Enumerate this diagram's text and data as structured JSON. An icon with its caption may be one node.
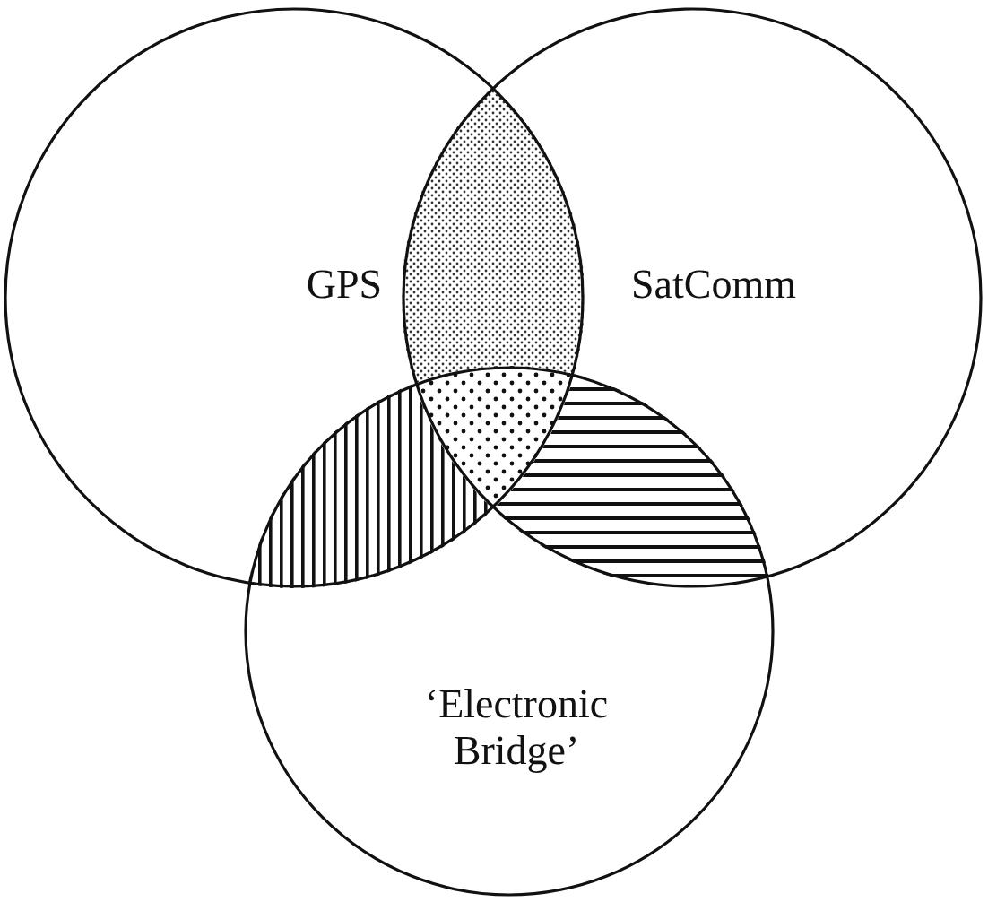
{
  "diagram": {
    "nodes": [
      {
        "text": [
          "GPS"
        ]
      },
      {
        "text": [
          "SatComm"
        ]
      },
      {
        "text": [
          "‘Electronic Bridge’"
        ]
      }
    ]
  }
}
